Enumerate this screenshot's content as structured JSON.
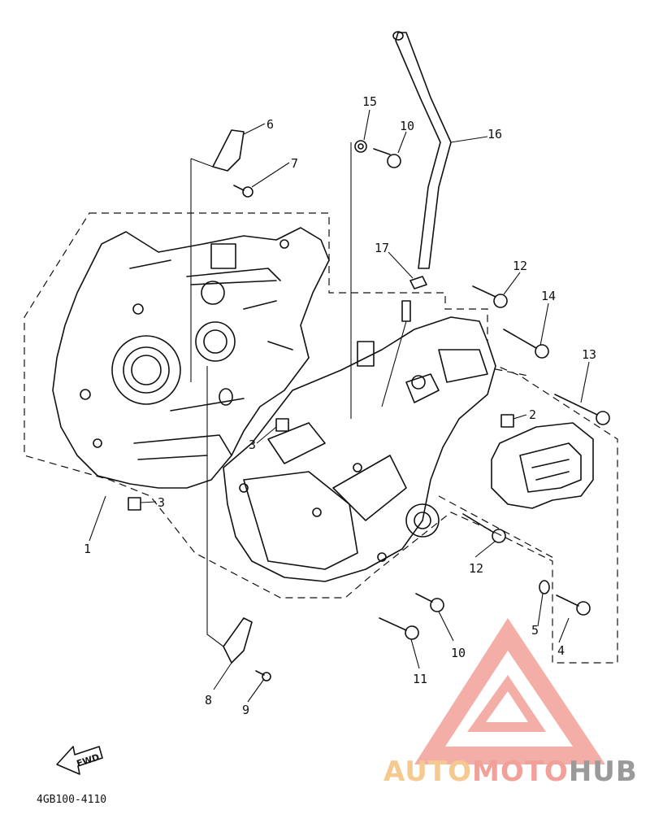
{
  "callouts": [
    {
      "id": "p1",
      "label": "1"
    },
    {
      "id": "p2",
      "label": "2"
    },
    {
      "id": "p3a",
      "label": "3"
    },
    {
      "id": "p3b",
      "label": "3"
    },
    {
      "id": "p4",
      "label": "4"
    },
    {
      "id": "p5",
      "label": "5"
    },
    {
      "id": "p6",
      "label": "6"
    },
    {
      "id": "p7",
      "label": "7"
    },
    {
      "id": "p8",
      "label": "8"
    },
    {
      "id": "p9",
      "label": "9"
    },
    {
      "id": "p10a",
      "label": "10"
    },
    {
      "id": "p10b",
      "label": "10"
    },
    {
      "id": "p11",
      "label": "11"
    },
    {
      "id": "p12a",
      "label": "12"
    },
    {
      "id": "p12b",
      "label": "12"
    },
    {
      "id": "p13",
      "label": "13"
    },
    {
      "id": "p14",
      "label": "14"
    },
    {
      "id": "p15",
      "label": "15"
    },
    {
      "id": "p16",
      "label": "16"
    },
    {
      "id": "p17",
      "label": "17"
    }
  ],
  "fwd_label": "FWD",
  "catalog_number": "4GB100-4110",
  "watermark": {
    "part1": "AUTO",
    "part2": "MOTO",
    "part3": "HUB",
    "color_primary": "#f4a6a0",
    "color_secondary": "#f6c98f",
    "color_dark": "#9a9a9a"
  }
}
